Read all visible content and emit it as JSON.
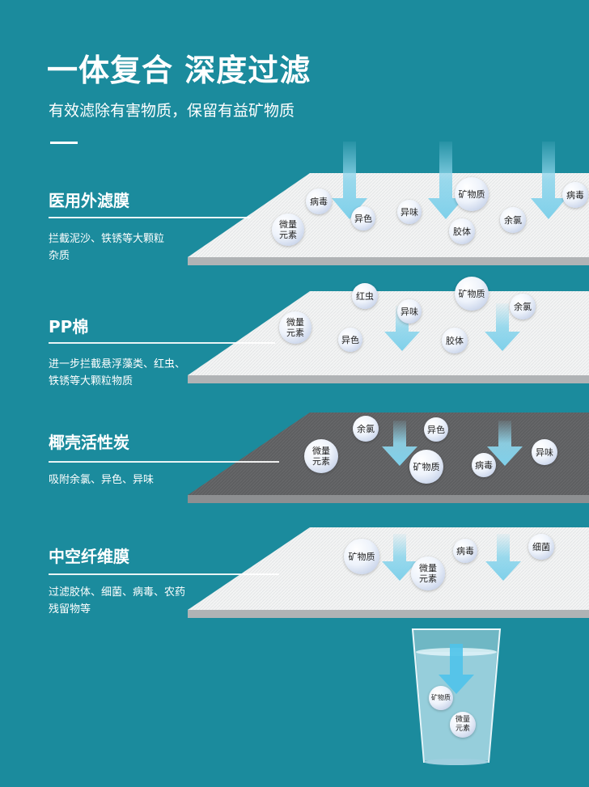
{
  "header": {
    "title": "一体复合  深度过滤",
    "subtitle": "有效滤除有害物质，保留有益矿物质"
  },
  "sections": [
    {
      "name": "医用外滤膜",
      "desc": "拦截泥沙、铁锈等大颗粒杂质"
    },
    {
      "name": "PP棉",
      "desc": "进一步拦截悬浮藻类、红虫、铁锈等大颗粒物质"
    },
    {
      "name": "椰壳活性炭",
      "desc": "吸附余氯、异色、异味"
    },
    {
      "name": "中空纤维膜",
      "desc": "过滤胶体、细菌、病毒、农药残留物等"
    }
  ],
  "bubbles": {
    "l1": [
      "病毒",
      "异色",
      "异味",
      "矿物质",
      "病毒",
      "微量元素",
      "胶体",
      "余氯"
    ],
    "l2": [
      "红虫",
      "矿物质",
      "余氯",
      "微量元素",
      "异味",
      "异色",
      "胶体"
    ],
    "l3": [
      "余氯",
      "异色",
      "微量元素",
      "矿物质",
      "病毒",
      "异味"
    ],
    "l4": [
      "矿物质",
      "病毒",
      "细菌",
      "微量元素"
    ],
    "glass": [
      "矿物质",
      "微量元素"
    ]
  },
  "colors": {
    "background": "#1b8b9d",
    "arrow": "#8fd6ec",
    "layer_light": "#f2f3f3",
    "layer_dark": "#5b5c5e"
  }
}
